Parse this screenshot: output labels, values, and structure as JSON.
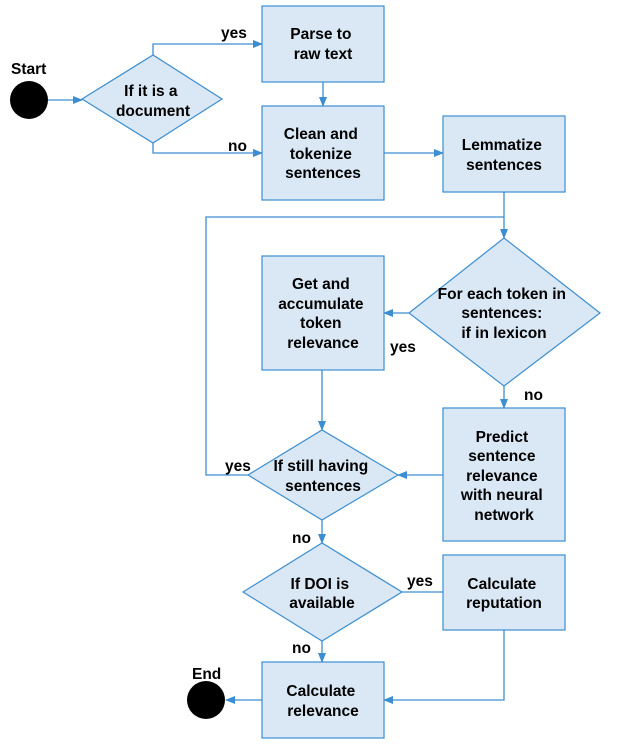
{
  "terminals": {
    "start": "Start",
    "end": "End"
  },
  "nodes": {
    "is_document": [
      "If it is a",
      "document"
    ],
    "parse": [
      "Parse to",
      "raw text"
    ],
    "clean": [
      "Clean and",
      "tokenize",
      "sentences"
    ],
    "lemmatize": [
      "Lemmatize",
      "sentences"
    ],
    "for_each_token": [
      "For each token in",
      "sentences:",
      "if in lexicon"
    ],
    "accumulate": [
      "Get and",
      "accumulate",
      "token",
      "relevance"
    ],
    "predict": [
      "Predict",
      "sentence",
      "relevance",
      "with neural",
      "network"
    ],
    "still_sentences": [
      "If still having",
      "sentences"
    ],
    "doi": [
      "If DOI is",
      "available"
    ],
    "reputation": [
      "Calculate",
      "reputation"
    ],
    "relevance": [
      "Calculate",
      "relevance"
    ]
  },
  "edge_labels": {
    "doc_yes": "yes",
    "doc_no": "no",
    "lexicon_yes": "yes",
    "lexicon_no": "no",
    "still_yes": "yes",
    "still_no": "no",
    "doi_yes": "yes",
    "doi_no": "no"
  },
  "colors": {
    "fill": "#dae8f5",
    "stroke": "#3c8ed0",
    "terminal": "#000000"
  }
}
